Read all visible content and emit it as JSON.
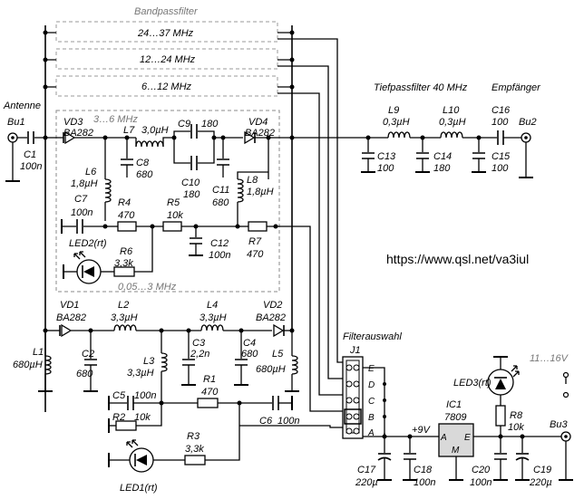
{
  "titles": {
    "bandpass": "Bandpassfilter",
    "lowpass": "Tiefpassfilter 40 MHz",
    "receiver": "Empfänger",
    "antenna": "Antenne",
    "filter_select": "Filterauswahl",
    "url": "https://www.qsl.net/va3iul"
  },
  "bands": {
    "b1": "24…37 MHz",
    "b2": "12…24 MHz",
    "b3": "6…12 MHz",
    "b4": "3…6 MHz",
    "b5": "0,05…3 MHz"
  },
  "connectors": {
    "bu1": "Bu1",
    "bu2": "Bu2",
    "bu3": "Bu3",
    "j1": "J1",
    "pins": [
      "E",
      "D",
      "C",
      "B",
      "A"
    ]
  },
  "supply": {
    "v9": "+9V",
    "vin": "11…16V",
    "ic1": "IC1",
    "ic1_type": "7809",
    "pin_a": "A",
    "pin_e": "E",
    "pin_m": "M"
  },
  "parts": {
    "c1": {
      "ref": "C1",
      "val": "100n"
    },
    "vd3": {
      "ref": "VD3",
      "val": "BA282"
    },
    "l7": {
      "ref": "L7",
      "val": "3,0µH"
    },
    "c9": {
      "ref": "C9",
      "val": "180"
    },
    "vd4": {
      "ref": "VD4",
      "val": "BA282"
    },
    "l6": {
      "ref": "L6",
      "val": "1,8µH"
    },
    "c8": {
      "ref": "C8",
      "val": "680"
    },
    "c10": {
      "ref": "C10",
      "val": "180"
    },
    "c11": {
      "ref": "C11",
      "val": "680"
    },
    "l8": {
      "ref": "L8",
      "val": "1,8µH"
    },
    "c7": {
      "ref": "C7",
      "val": "100n"
    },
    "r4": {
      "ref": "R4",
      "val": "470"
    },
    "r5": {
      "ref": "R5",
      "val": "10k"
    },
    "c12": {
      "ref": "C12",
      "val": "100n"
    },
    "r7": {
      "ref": "R7",
      "val": "470"
    },
    "led2": {
      "ref": "LED2(rt)",
      "val": ""
    },
    "r6": {
      "ref": "R6",
      "val": "3,3k"
    },
    "l9": {
      "ref": "L9",
      "val": "0,3µH"
    },
    "l10": {
      "ref": "L10",
      "val": "0,3µH"
    },
    "c16": {
      "ref": "C16",
      "val": "100"
    },
    "c13": {
      "ref": "C13",
      "val": "100"
    },
    "c14": {
      "ref": "C14",
      "val": "180"
    },
    "c15": {
      "ref": "C15",
      "val": "100"
    },
    "vd1": {
      "ref": "VD1",
      "val": "BA282"
    },
    "l2": {
      "ref": "L2",
      "val": "3,3µH"
    },
    "l4": {
      "ref": "L4",
      "val": "3,3µH"
    },
    "vd2": {
      "ref": "VD2",
      "val": "BA282"
    },
    "l1": {
      "ref": "L1",
      "val": "680µH"
    },
    "c2": {
      "ref": "C2",
      "val": "680"
    },
    "l3": {
      "ref": "L3",
      "val": "3,3µH"
    },
    "c3": {
      "ref": "C3",
      "val": "2,2n"
    },
    "c4": {
      "ref": "C4",
      "val": "680"
    },
    "l5": {
      "ref": "L5",
      "val": "680µH"
    },
    "r1": {
      "ref": "R1",
      "val": "470"
    },
    "c5": {
      "ref": "C5",
      "val": "100n"
    },
    "r2": {
      "ref": "R2",
      "val": "10k"
    },
    "c6": {
      "ref": "C6",
      "val": "100n"
    },
    "r3": {
      "ref": "R3",
      "val": "3,3k"
    },
    "led1": {
      "ref": "LED1(rt)",
      "val": ""
    },
    "c17": {
      "ref": "C17",
      "val": "220µ"
    },
    "c18": {
      "ref": "C18",
      "val": "100n"
    },
    "c20": {
      "ref": "C20",
      "val": "100n"
    },
    "c19": {
      "ref": "C19",
      "val": "220µ"
    },
    "r8": {
      "ref": "R8",
      "val": "10k"
    },
    "led3": {
      "ref": "LED3(rt)",
      "val": ""
    }
  }
}
